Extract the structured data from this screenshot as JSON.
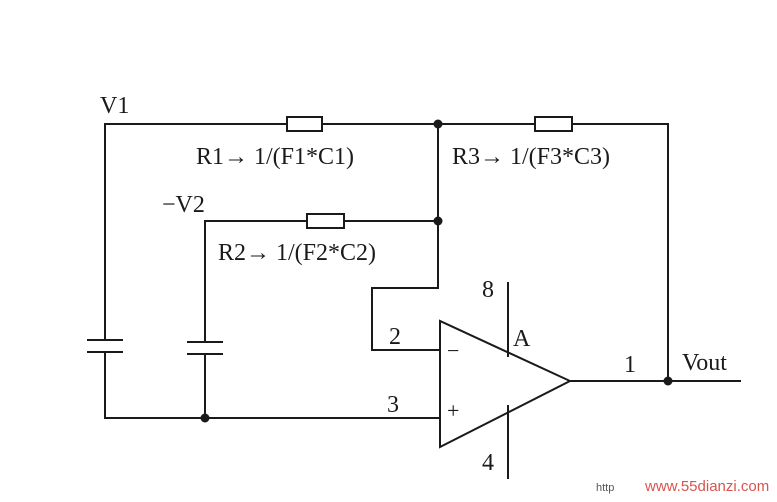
{
  "labels": {
    "v1": "V1",
    "v2": "−V2",
    "r1": "R1→ 1/(F1*C1)",
    "r2": "R2→ 1/(F2*C2)",
    "r3": "R3→ 1/(F3*C3)",
    "pin8": "8",
    "pin2": "2",
    "pin3": "3",
    "pin4": "4",
    "pin1": "1",
    "opamp_name": "A",
    "minus_sign": "−",
    "plus_sign": "+",
    "vout": "Vout"
  },
  "watermark": {
    "prefix": "http",
    "site": "www.55dianzi.com"
  },
  "colors": {
    "ink": "#1a1a1a",
    "watermark_site": "#d9534f",
    "watermark_prefix": "#555555"
  }
}
